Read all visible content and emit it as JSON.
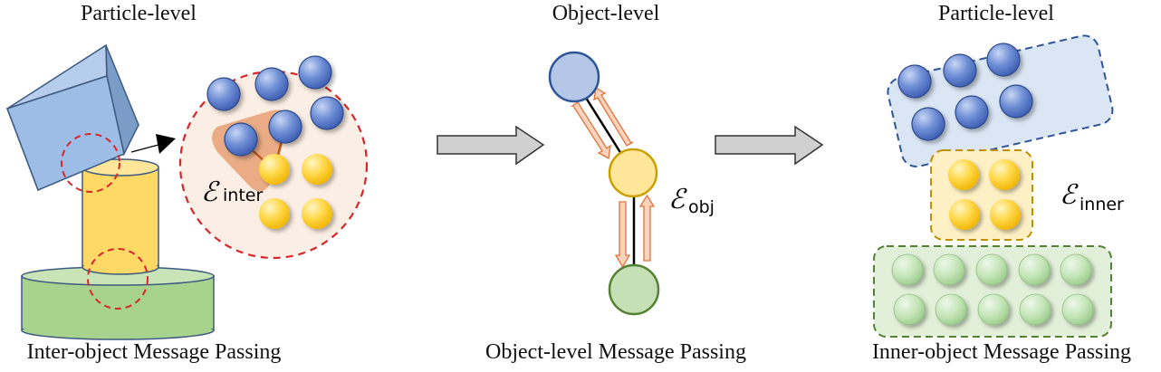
{
  "panels": {
    "left": {
      "top_label": "Particle-level",
      "bottom_label": "Inter-object Message Passing",
      "edge_symbol": "ℰ",
      "edge_subscript": "inter"
    },
    "middle": {
      "top_label": "Object-level",
      "bottom_label": "Object-level Message Passing",
      "edge_symbol": "ℰ",
      "edge_subscript": "obj"
    },
    "right": {
      "top_label": "Particle-level",
      "bottom_label": "Inner-object Message Passing",
      "edge_symbol": "ℰ",
      "edge_subscript": "inner"
    }
  },
  "colors": {
    "blue": "#4a6fc4",
    "yellow": "#f5c518",
    "green": "#a8d89a",
    "red_dash": "#d9262b",
    "orange": "#e8956a",
    "arrow_gray": "#d0d0d0"
  }
}
